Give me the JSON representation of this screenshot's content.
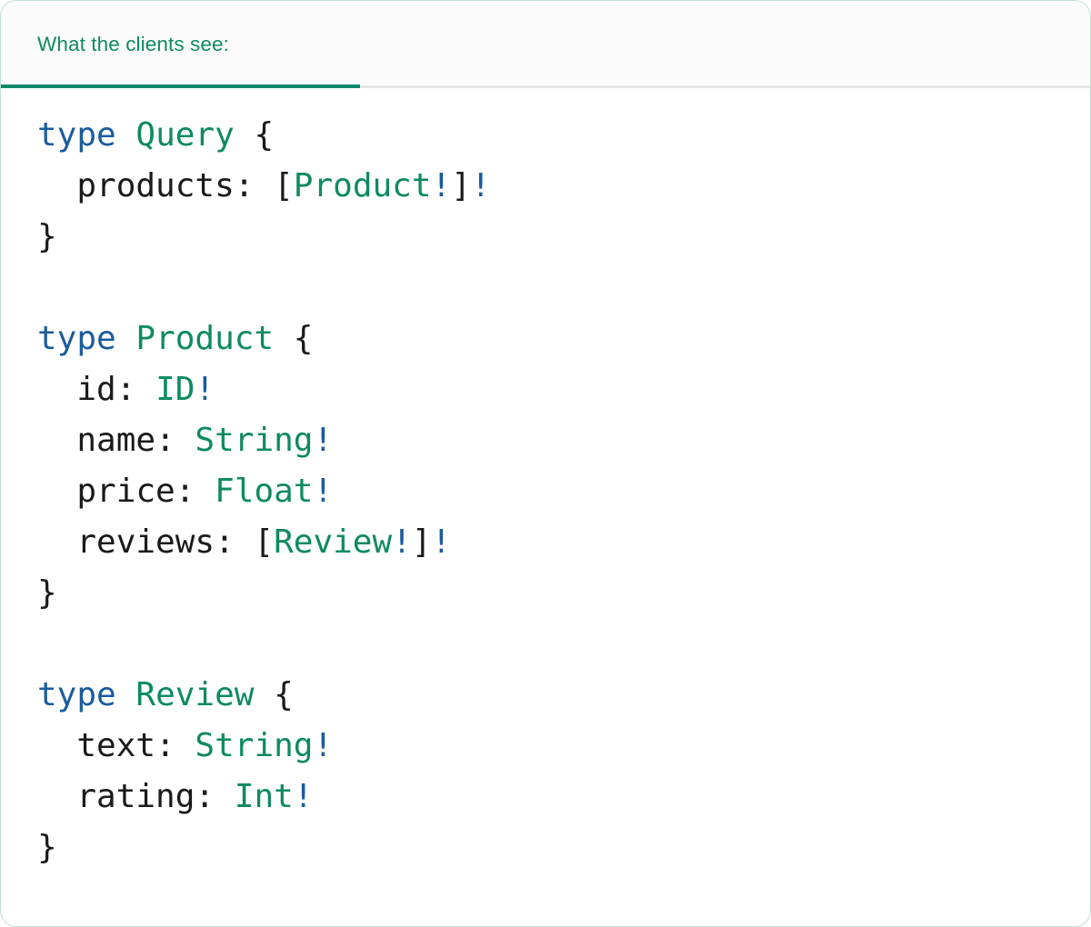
{
  "card": {
    "border_color": "#bfe0d2",
    "background": "#ffffff"
  },
  "header": {
    "background": "#fbfbfb",
    "divider_color": "#e4e4e4",
    "active_tab_color": "#0d8a6a",
    "tab_label": "What the clients see:",
    "tab_label_color": "#0f8a63"
  },
  "syntax_colors": {
    "keyword": "#1a5b9e",
    "type": "#0e8a63",
    "bang": "#1a5b9e",
    "punctuation": "#1a1a1a",
    "field": "#1a1a1a"
  },
  "code": {
    "language": "graphql",
    "plain_text": "type Query {\n  products: [Product!]!\n}\n\ntype Product {\n  id: ID!\n  name: String!\n  price: Float!\n  reviews: [Review!]!\n}\n\ntype Review {\n  text: String!\n  rating: Int!\n}",
    "lines": [
      {
        "indent": 0,
        "tokens": [
          {
            "t": "type",
            "k": "kw"
          },
          {
            "t": " ",
            "k": "pun"
          },
          {
            "t": "Query",
            "k": "type"
          },
          {
            "t": " {",
            "k": "pun"
          }
        ]
      },
      {
        "indent": 2,
        "tokens": [
          {
            "t": "products:",
            "k": "name"
          },
          {
            "t": " [",
            "k": "pun"
          },
          {
            "t": "Product",
            "k": "type"
          },
          {
            "t": "!",
            "k": "bang"
          },
          {
            "t": "]",
            "k": "pun"
          },
          {
            "t": "!",
            "k": "bang"
          }
        ]
      },
      {
        "indent": 0,
        "tokens": [
          {
            "t": "}",
            "k": "pun"
          }
        ]
      },
      {
        "indent": 0,
        "tokens": []
      },
      {
        "indent": 0,
        "tokens": [
          {
            "t": "type",
            "k": "kw"
          },
          {
            "t": " ",
            "k": "pun"
          },
          {
            "t": "Product",
            "k": "type"
          },
          {
            "t": " {",
            "k": "pun"
          }
        ]
      },
      {
        "indent": 2,
        "tokens": [
          {
            "t": "id:",
            "k": "name"
          },
          {
            "t": " ",
            "k": "pun"
          },
          {
            "t": "ID",
            "k": "type"
          },
          {
            "t": "!",
            "k": "bang"
          }
        ]
      },
      {
        "indent": 2,
        "tokens": [
          {
            "t": "name:",
            "k": "name"
          },
          {
            "t": " ",
            "k": "pun"
          },
          {
            "t": "String",
            "k": "type"
          },
          {
            "t": "!",
            "k": "bang"
          }
        ]
      },
      {
        "indent": 2,
        "tokens": [
          {
            "t": "price:",
            "k": "name"
          },
          {
            "t": " ",
            "k": "pun"
          },
          {
            "t": "Float",
            "k": "type"
          },
          {
            "t": "!",
            "k": "bang"
          }
        ]
      },
      {
        "indent": 2,
        "tokens": [
          {
            "t": "reviews:",
            "k": "name"
          },
          {
            "t": " [",
            "k": "pun"
          },
          {
            "t": "Review",
            "k": "type"
          },
          {
            "t": "!",
            "k": "bang"
          },
          {
            "t": "]",
            "k": "pun"
          },
          {
            "t": "!",
            "k": "bang"
          }
        ]
      },
      {
        "indent": 0,
        "tokens": [
          {
            "t": "}",
            "k": "pun"
          }
        ]
      },
      {
        "indent": 0,
        "tokens": []
      },
      {
        "indent": 0,
        "tokens": [
          {
            "t": "type",
            "k": "kw"
          },
          {
            "t": " ",
            "k": "pun"
          },
          {
            "t": "Review",
            "k": "type"
          },
          {
            "t": " {",
            "k": "pun"
          }
        ]
      },
      {
        "indent": 2,
        "tokens": [
          {
            "t": "text:",
            "k": "name"
          },
          {
            "t": " ",
            "k": "pun"
          },
          {
            "t": "String",
            "k": "type"
          },
          {
            "t": "!",
            "k": "bang"
          }
        ]
      },
      {
        "indent": 2,
        "tokens": [
          {
            "t": "rating:",
            "k": "name"
          },
          {
            "t": " ",
            "k": "pun"
          },
          {
            "t": "Int",
            "k": "type"
          },
          {
            "t": "!",
            "k": "bang"
          }
        ]
      },
      {
        "indent": 0,
        "tokens": [
          {
            "t": "}",
            "k": "pun"
          }
        ]
      }
    ]
  }
}
